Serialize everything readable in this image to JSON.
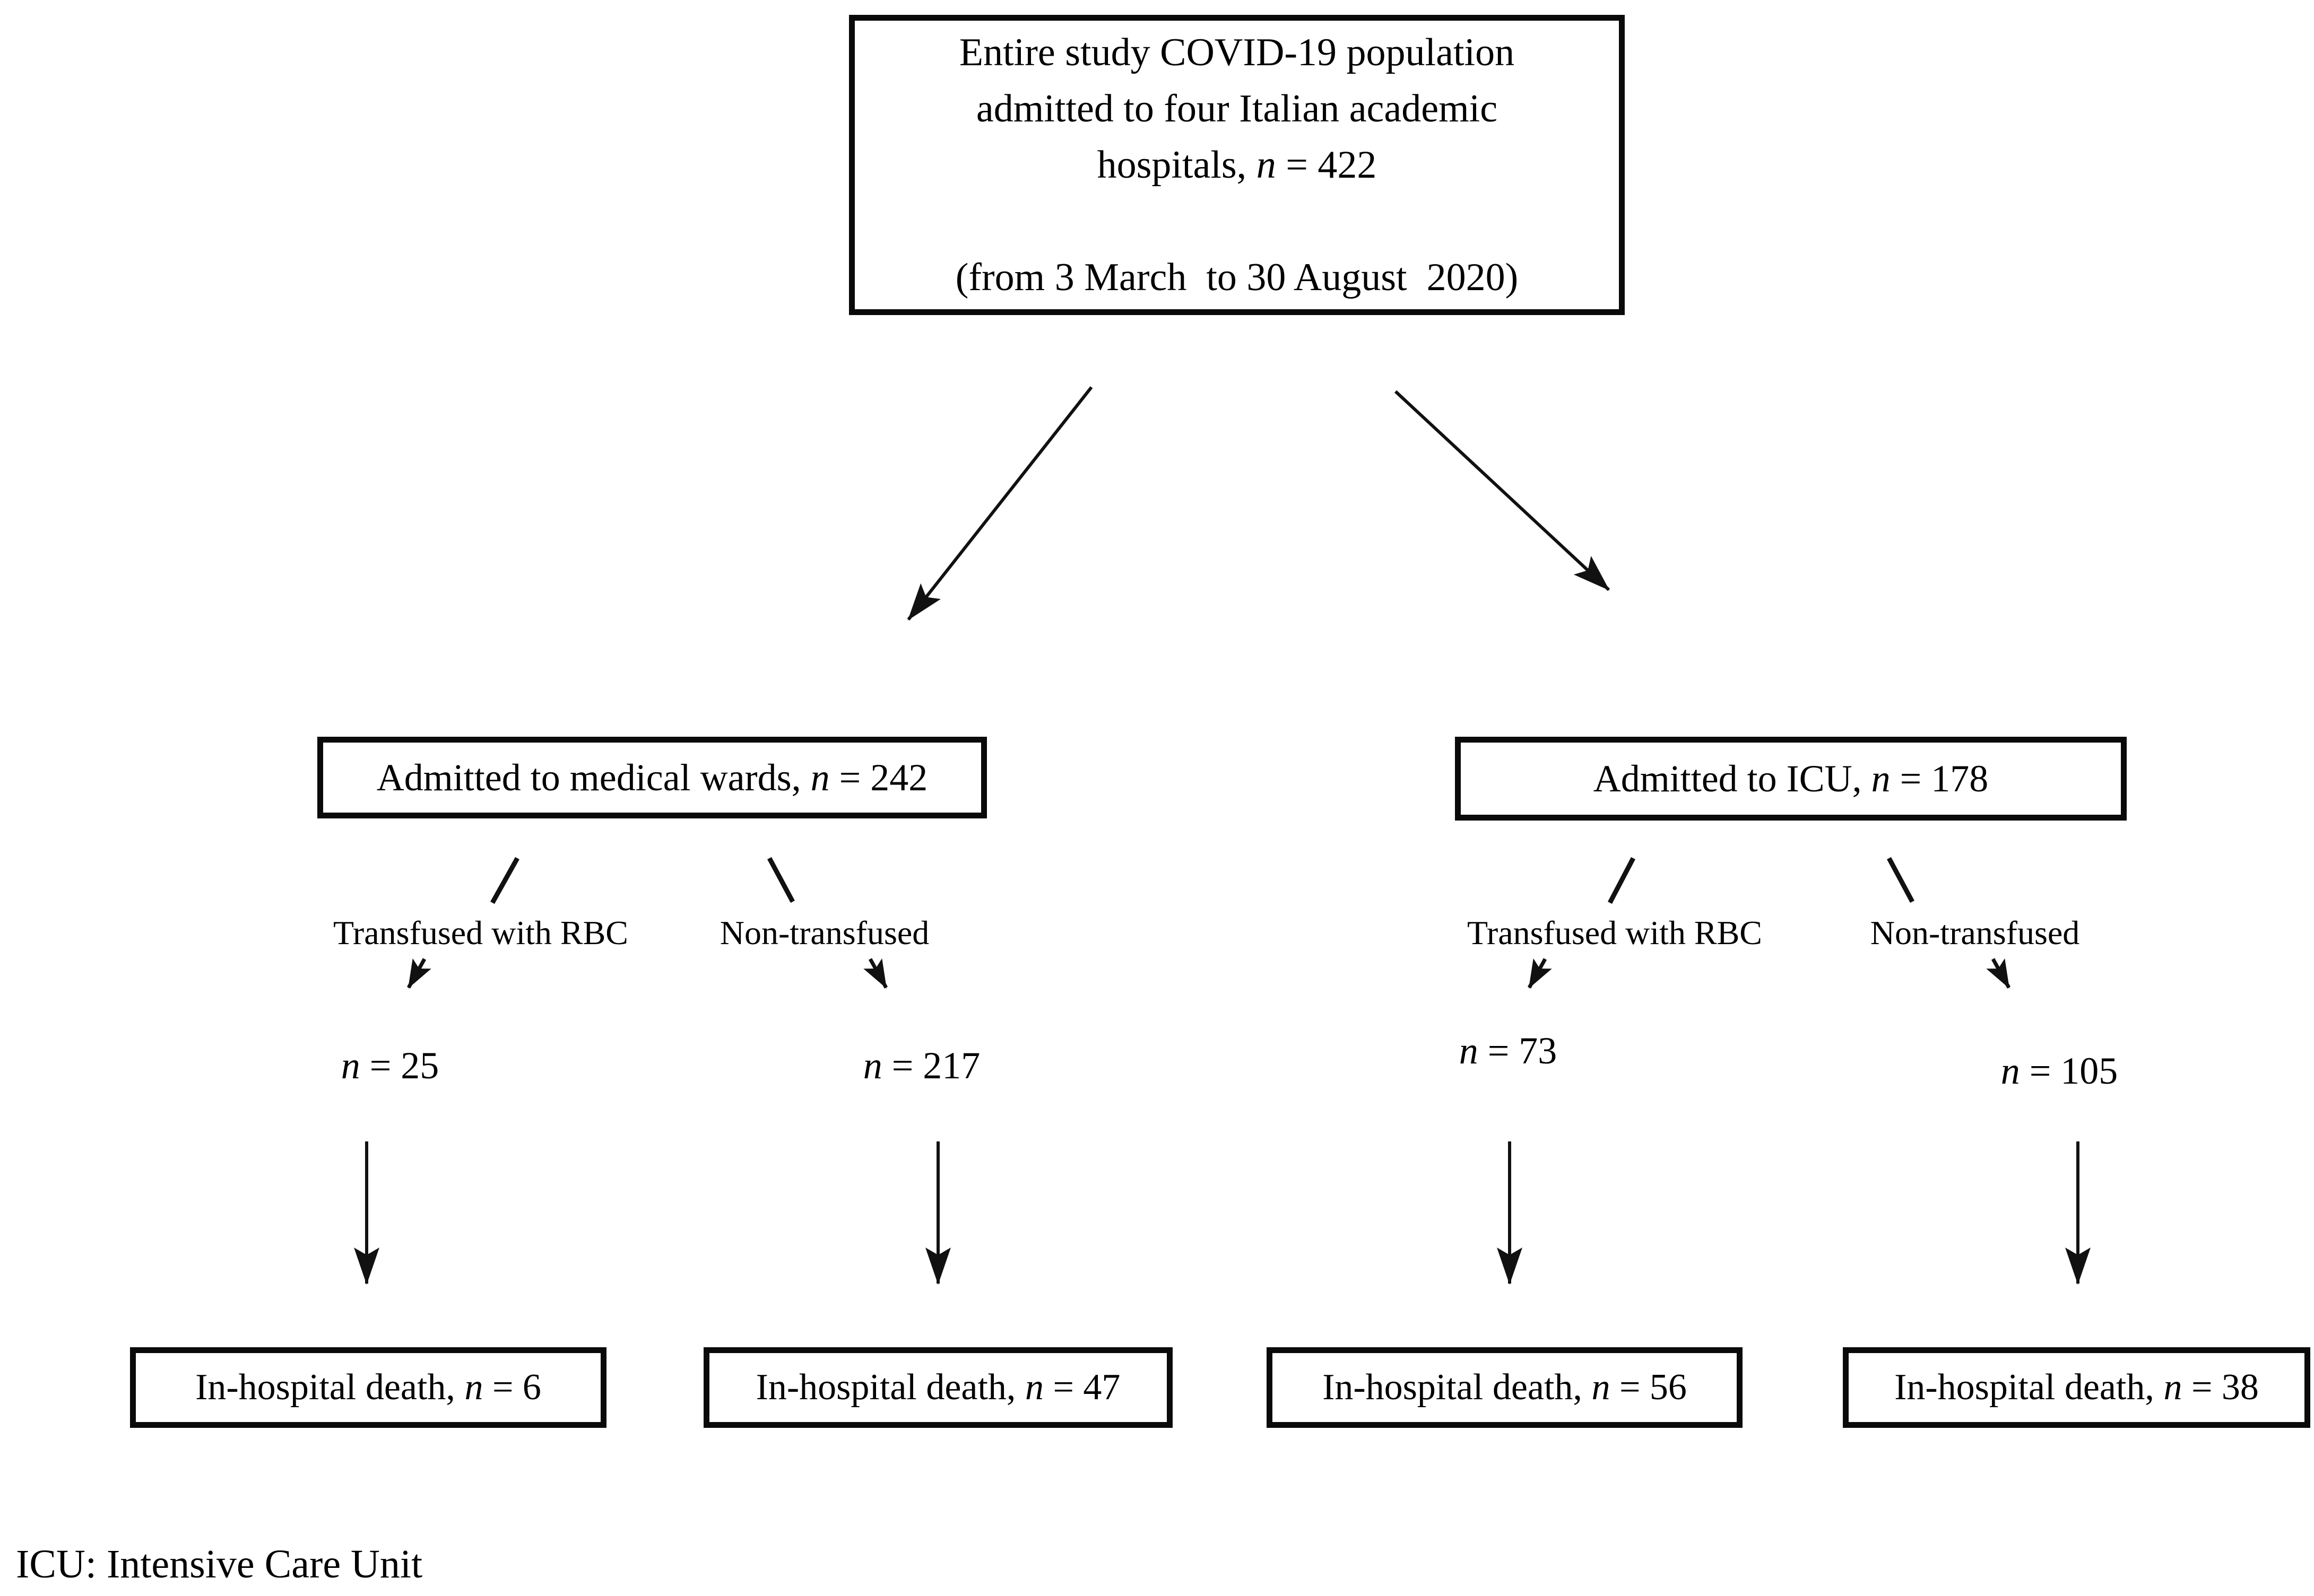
{
  "figure": {
    "root_box": {
      "line1": "Entire study COVID-19 population",
      "line2": "admitted to four Italian academic",
      "line3_text": "hospitals,",
      "n": " n",
      "line3_value": " = 422",
      "date_line": "(from 3 March  to 30 August  2020)"
    },
    "wards_box": {
      "text": "Admitted to medical wards,",
      "n": " n",
      "value": " = 242"
    },
    "icu_box": {
      "text": "Admitted to ICU,",
      "n": " n",
      "value": " = 178"
    },
    "branch_labels": {
      "wards_transfused": "Transfused with RBC",
      "wards_nontransfused": "Non-transfused",
      "icu_transfused": "Transfused with RBC",
      "icu_nontransfused": "Non-transfused"
    },
    "counts": {
      "wards_transfused": {
        "n": "n",
        "value": " = 25"
      },
      "wards_nontransfused": {
        "n": "n",
        "value": " = 217"
      },
      "icu_transfused": {
        "n": "n",
        "value": " = 73"
      },
      "icu_nontransfused": {
        "n": "n",
        "value": " = 105"
      }
    },
    "outcome_boxes": {
      "wards_transfused": {
        "text": "In-hospital death,",
        "n": " n",
        "value": " = 6"
      },
      "wards_nontransfused": {
        "text": "In-hospital death,",
        "n": " n",
        "value": " = 47"
      },
      "icu_transfused": {
        "text": "In-hospital death,",
        "n": " n",
        "value": " = 56"
      },
      "icu_nontransfused": {
        "text": "In-hospital death,",
        "n": " n",
        "value": " = 38"
      }
    },
    "footnote": "ICU: Intensive Care Unit"
  },
  "colors": {
    "ink": "#000000",
    "paper": "#ffffff"
  }
}
